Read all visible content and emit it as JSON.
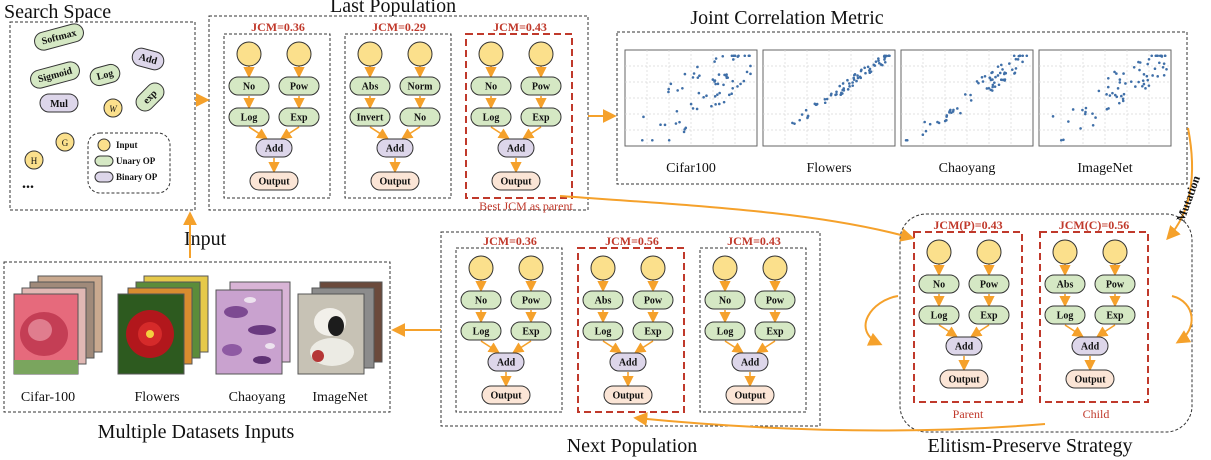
{
  "titles": {
    "search_space": "Search Space",
    "last_population": "Last Population",
    "joint_metric": "Joint Correlation Metric",
    "next_population": "Next Population",
    "elitism": "Elitism-Preserve Strategy",
    "multi_inputs": "Multiple Datasets Inputs",
    "input_arrow": "Input",
    "mutation": "Mutation"
  },
  "search_space": {
    "ops": [
      "Softmax",
      "Add",
      "Sigmoid",
      "Log",
      "exp",
      "Mul"
    ],
    "inputs": [
      "W",
      "G",
      "H"
    ],
    "ellipsis": "...",
    "legend": [
      "Input",
      "Unary OP",
      "Binary OP"
    ]
  },
  "last_population": {
    "graphs": [
      {
        "jcm": "JCM=0.36",
        "mid": [
          "No",
          "Pow"
        ],
        "low": [
          "Log",
          "Exp"
        ]
      },
      {
        "jcm": "JCM=0.29",
        "mid": [
          "Abs",
          "Norm"
        ],
        "low": [
          "Invert",
          "No"
        ]
      },
      {
        "jcm": "JCM=0.43",
        "mid": [
          "No",
          "Pow"
        ],
        "low": [
          "Log",
          "Exp"
        ]
      }
    ],
    "best_caption": "Best JCM as parent"
  },
  "next_population": {
    "graphs": [
      {
        "jcm": "JCM=0.36",
        "mid": [
          "No",
          "Pow"
        ],
        "low": [
          "Log",
          "Exp"
        ]
      },
      {
        "jcm": "JCM=0.56",
        "mid": [
          "Abs",
          "Pow"
        ],
        "low": [
          "Log",
          "Exp"
        ]
      },
      {
        "jcm": "JCM=0.43",
        "mid": [
          "No",
          "Pow"
        ],
        "low": [
          "Log",
          "Exp"
        ]
      }
    ]
  },
  "elitism": {
    "graphs": [
      {
        "jcm": "JCM(P)=0.43",
        "mid": [
          "No",
          "Pow"
        ],
        "low": [
          "Log",
          "Exp"
        ],
        "caption": "Parent"
      },
      {
        "jcm": "JCM(C)=0.56",
        "mid": [
          "Abs",
          "Pow"
        ],
        "low": [
          "Log",
          "Exp"
        ],
        "caption": "Child"
      }
    ]
  },
  "node_labels": {
    "binary": "Add",
    "output": "Output"
  },
  "metric_plots": [
    "Cifar100",
    "Flowers",
    "Chaoyang",
    "ImageNet"
  ],
  "datasets": [
    "Cifar-100",
    "Flowers",
    "Chaoyang",
    "ImageNet"
  ],
  "colors": {
    "input_node": "#fbe08c",
    "unary_op": "#d5e8c4",
    "binary_op": "#ddd6ea",
    "output_node": "#fbe5d6",
    "edge": "#f5a12b",
    "jcm_red": "#c0392b",
    "scatter_point": "#3f6fa8"
  }
}
